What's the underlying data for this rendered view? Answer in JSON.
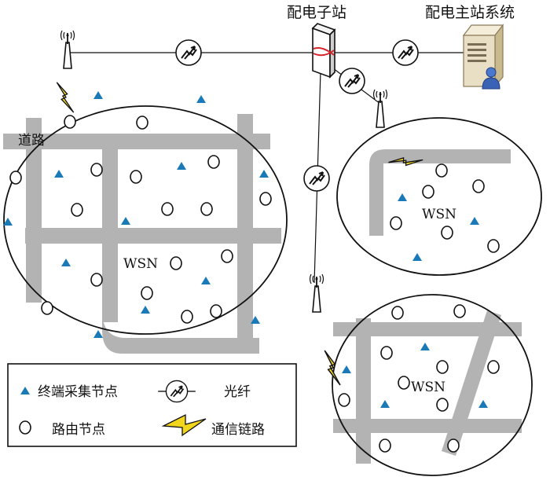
{
  "titles": {
    "substation": "配电子站",
    "master_station": "配电主站系统"
  },
  "road_label": "道路",
  "clusters": [
    {
      "label": "WSN"
    },
    {
      "label": "WSN"
    },
    {
      "label": "WSN"
    }
  ],
  "legend": {
    "terminal_node": "终端采集节点",
    "fiber": "光纤",
    "router_node": "路由节点",
    "link": "通信链路"
  },
  "colors": {
    "road": "#b3b3b3",
    "terminal": "#1a7ab8",
    "lightning": "#f2d51d",
    "server": "#e9dfc4",
    "user": "#3b63b5"
  },
  "icons": {
    "antenna": "antenna-icon",
    "fiber": "fiber-optic-icon",
    "link": "lightning-icon",
    "server": "server-icon",
    "switch": "switch-icon"
  }
}
